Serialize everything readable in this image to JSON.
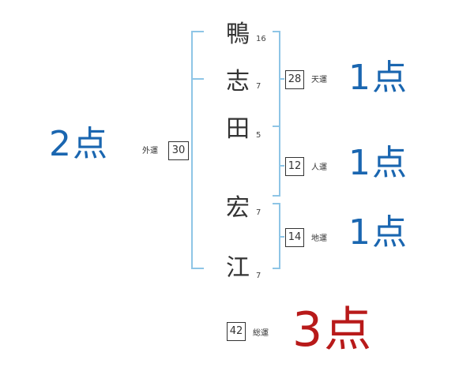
{
  "name_chars": [
    {
      "char": "鴨",
      "strokes": "16"
    },
    {
      "char": "志",
      "strokes": "7"
    },
    {
      "char": "田",
      "strokes": "5"
    },
    {
      "char": "宏",
      "strokes": "7"
    },
    {
      "char": "江",
      "strokes": "7"
    }
  ],
  "tenkaku": {
    "value": "28",
    "label": "天運",
    "score": "1点"
  },
  "jinkaku": {
    "value": "12",
    "label": "人運",
    "score": "1点"
  },
  "chikaku": {
    "value": "14",
    "label": "地運",
    "score": "1点"
  },
  "gaikaku": {
    "value": "30",
    "label": "外運",
    "score": "2点"
  },
  "soukaku": {
    "value": "42",
    "label": "総運",
    "score": "3点"
  },
  "colors": {
    "bracket": "#8ec5e6",
    "score_blue": "#1a66b0",
    "score_red": "#b81a1a"
  }
}
